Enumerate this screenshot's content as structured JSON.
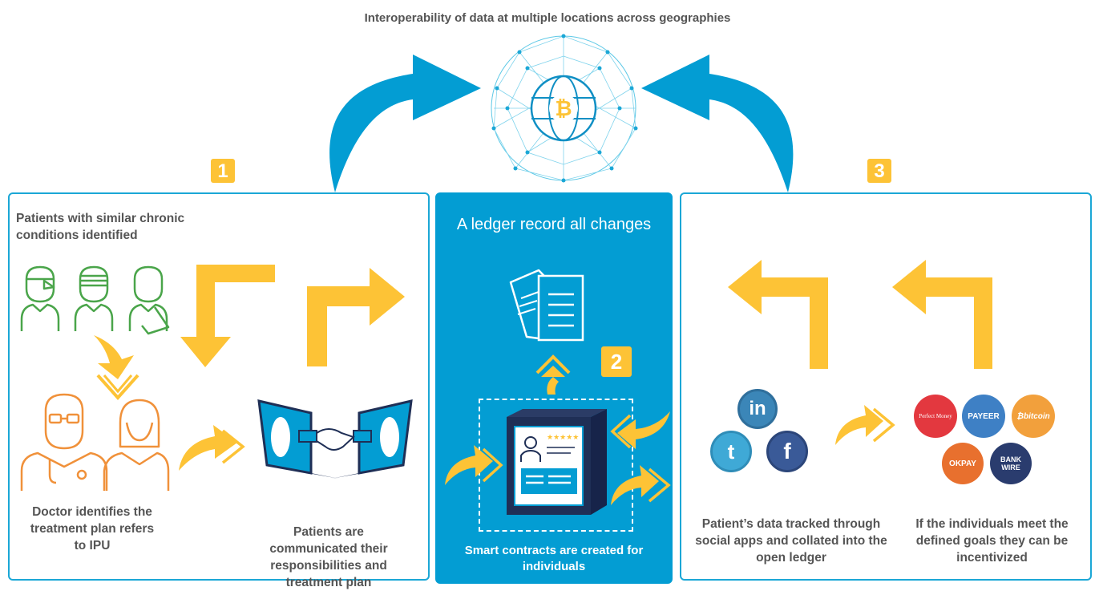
{
  "header": {
    "title": "Interoperability of data at multiple locations across geographies"
  },
  "step1": {
    "number": "1",
    "patients_label": "Patients with similar chronic conditions identified",
    "doctor_label": "Doctor identifies the treatment plan refers to IPU",
    "communicated_label": "Patients are communicated their responsibilities and treatment plan"
  },
  "step2": {
    "number": "2",
    "title": "A ledger record all changes",
    "caption": "Smart contracts are created for individuals"
  },
  "step3": {
    "number": "3",
    "social_label": "Patient’s data tracked through social apps and collated into the open ledger",
    "incentive_label": "If the individuals meet the defined goals they can be incentivized",
    "social": {
      "linkedin": "in",
      "twitter": "t",
      "facebook": "f"
    },
    "payments": {
      "perfect_money": "Perfect Money",
      "payeer": "PAYEER",
      "bitcoin": "bitcoin",
      "okpay": "OKPAY",
      "bank_wire_1": "BANK",
      "bank_wire_2": "WIRE"
    }
  },
  "colors": {
    "blue": "#039dd3",
    "yellow": "#fdc336",
    "green": "#4aa54a",
    "orange": "#f0913a",
    "navy": "#1f2f56"
  },
  "icons": [
    "globe-network-icon",
    "bitcoin-icon",
    "patient-icon",
    "doctor-icon",
    "nurse-icon",
    "handshake-laptop-icon",
    "documents-icon",
    "smart-contract-cube-icon",
    "linkedin-icon",
    "twitter-icon",
    "facebook-icon"
  ]
}
